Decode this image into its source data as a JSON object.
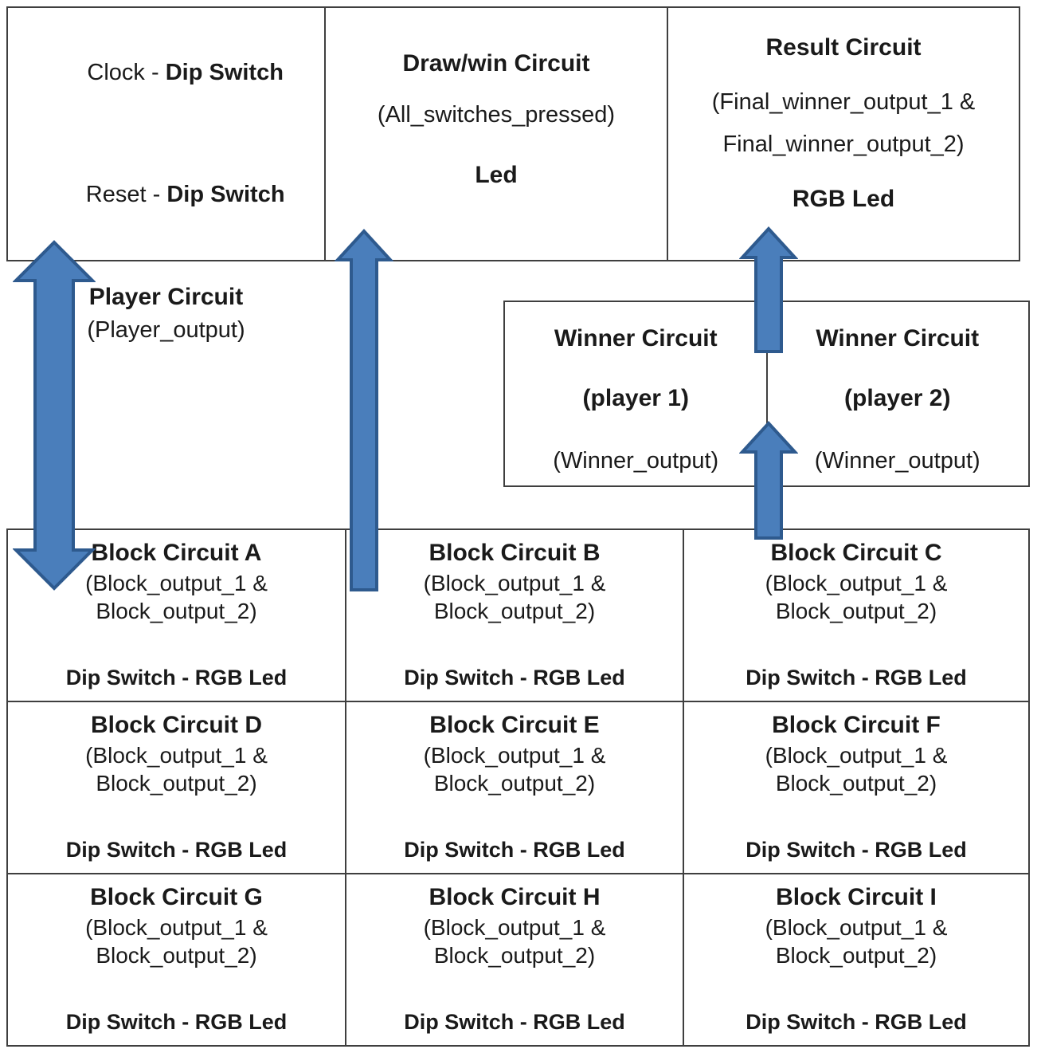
{
  "diagram": {
    "title": "System block diagram",
    "accent_color": "#4A7EBB",
    "accent_stroke": "#2E5A8E",
    "border_color": "#3F3F3F",
    "text_color": "#1A1A1A"
  },
  "top_row": {
    "control_box": {
      "clock_line_prefix": "Clock - ",
      "clock_line_bold": "Dip Switch",
      "reset_line_prefix": "Reset - ",
      "reset_line_bold": "Dip Switch",
      "player_title": "Player Circuit",
      "player_signal": "(Player_output)"
    },
    "draw_win_box": {
      "title": "Draw/win Circuit",
      "signal": "(All_switches_pressed)",
      "output_device": "Led"
    },
    "result_box": {
      "title": "Result Circuit",
      "signal_line_1": "(Final_winner_output_1 &",
      "signal_line_2": "Final_winner_output_2)",
      "output_device": "RGB Led"
    }
  },
  "winner_box": {
    "left": {
      "title": "Winner Circuit",
      "player": "(player 1)",
      "signal": "(Winner_output)"
    },
    "right": {
      "title": "Winner Circuit",
      "player": "(player 2)",
      "signal": "(Winner_output)"
    }
  },
  "block_grid": {
    "shared": {
      "signal_line_1": "(Block_output_1 &",
      "signal_line_2": "Block_output_2)",
      "footer": "Dip Switch - RGB Led"
    },
    "cells": [
      {
        "title": "Block Circuit A",
        "signal_line_1": "(Block_output_1 &",
        "signal_line_2": "Block_output_2)",
        "footer": "Dip Switch - RGB Led"
      },
      {
        "title": "Block Circuit B",
        "signal_line_1": "(Block_output_1 &",
        "signal_line_2": "Block_output_2)",
        "footer": "Dip Switch - RGB Led"
      },
      {
        "title": "Block Circuit C",
        "signal_line_1": "(Block_output_1 &",
        "signal_line_2": "Block_output_2)",
        "footer": "Dip Switch - RGB Led"
      },
      {
        "title": "Block Circuit D",
        "signal_line_1": "(Block_output_1 &",
        "signal_line_2": "Block_output_2)",
        "footer": "Dip Switch - RGB Led"
      },
      {
        "title": "Block Circuit E",
        "signal_line_1": "(Block_output_1 &",
        "signal_line_2": "Block_output_2)",
        "footer": "Dip Switch - RGB Led"
      },
      {
        "title": "Block Circuit F",
        "signal_line_1": "(Block_output_1 &",
        "signal_line_2": "Block_output_2)",
        "footer": "Dip Switch - RGB Led"
      },
      {
        "title": "Block Circuit G",
        "signal_line_1": "(Block_output_1 &",
        "signal_line_2": "Block_output_2)",
        "footer": "Dip Switch - RGB Led"
      },
      {
        "title": "Block Circuit H",
        "signal_line_1": "(Block_output_1 &",
        "signal_line_2": "Block_output_2)",
        "footer": "Dip Switch - RGB Led"
      },
      {
        "title": "Block Circuit I",
        "signal_line_1": "(Block_output_1 &",
        "signal_line_2": "Block_output_2)",
        "footer": "Dip Switch - RGB Led"
      }
    ]
  },
  "arrows": [
    {
      "name": "player-to-blocks-arrow",
      "direction": "bidirectional-vertical"
    },
    {
      "name": "blocks-to-drawwin-arrow",
      "direction": "up"
    },
    {
      "name": "winner-to-result-arrow",
      "direction": "up"
    },
    {
      "name": "blocks-to-winner-arrow",
      "direction": "up"
    }
  ]
}
